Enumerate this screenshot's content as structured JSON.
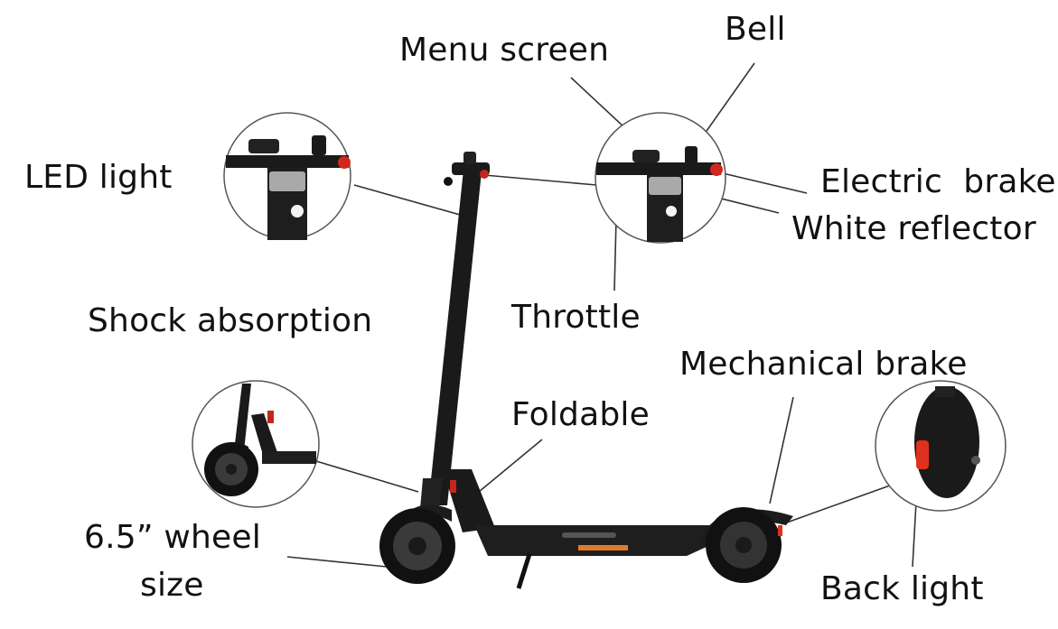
{
  "labels": {
    "menu_screen": "Menu screen",
    "bell": "Bell",
    "led_light": "LED light",
    "electric_brake": "Electric  brake",
    "white_reflector": "White reflector",
    "shock_absorption": "Shock absorption",
    "throttle": "Throttle",
    "mechanical_brake": "Mechanical brake",
    "foldable": "Foldable",
    "wheel_size_line1": "6.5” wheel",
    "wheel_size_line2": "size",
    "back_light": "Back light"
  },
  "colors": {
    "frame": "#1a1a1a",
    "tire": "#111111",
    "rim": "#3a3a3a",
    "light_red": "#e0301e",
    "reflector_orange": "#e07a2a",
    "callout_line": "#333333",
    "inset_border": "#555555"
  }
}
